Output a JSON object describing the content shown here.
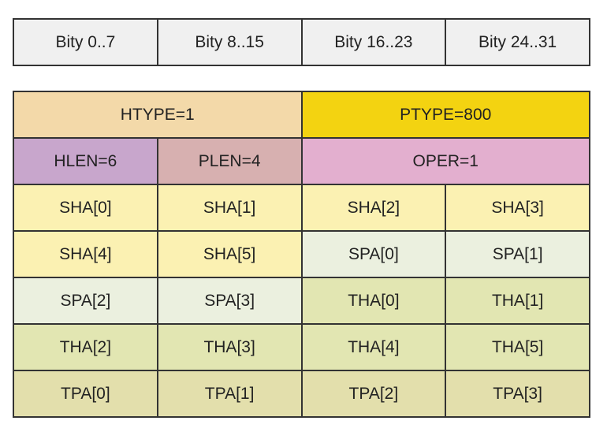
{
  "header": {
    "cells": [
      "Bity 0..7",
      "Bity 8..15",
      "Bity 16..23",
      "Bity 24..31"
    ],
    "color": "#f0f0f0"
  },
  "packet": {
    "row0": [
      {
        "label": "HTYPE=1",
        "color": "#f3d9a9",
        "span": 2
      },
      {
        "label": "PTYPE=800",
        "color": "#f3d311",
        "span": 2
      }
    ],
    "row1": [
      {
        "label": "HLEN=6",
        "color": "#c8a6cc",
        "span": 1
      },
      {
        "label": "PLEN=4",
        "color": "#d7b0b0",
        "span": 1
      },
      {
        "label": "OPER=1",
        "color": "#e3afcf",
        "span": 2
      }
    ],
    "row2": [
      {
        "label": "SHA[0]",
        "color": "#fbf1b2"
      },
      {
        "label": "SHA[1]",
        "color": "#fbf1b2"
      },
      {
        "label": "SHA[2]",
        "color": "#fbf1b2"
      },
      {
        "label": "SHA[3]",
        "color": "#fbf1b2"
      }
    ],
    "row3": [
      {
        "label": "SHA[4]",
        "color": "#fbf1b2"
      },
      {
        "label": "SHA[5]",
        "color": "#fbf1b2"
      },
      {
        "label": "SPA[0]",
        "color": "#ebf0df"
      },
      {
        "label": "SPA[1]",
        "color": "#ebf0df"
      }
    ],
    "row4": [
      {
        "label": "SPA[2]",
        "color": "#ebf0df"
      },
      {
        "label": "SPA[3]",
        "color": "#ebf0df"
      },
      {
        "label": "THA[0]",
        "color": "#e2e6b2"
      },
      {
        "label": "THA[1]",
        "color": "#e2e6b2"
      }
    ],
    "row5": [
      {
        "label": "THA[2]",
        "color": "#e2e6b2"
      },
      {
        "label": "THA[3]",
        "color": "#e2e6b2"
      },
      {
        "label": "THA[4]",
        "color": "#e2e6b2"
      },
      {
        "label": "THA[5]",
        "color": "#e2e6b2"
      }
    ],
    "row6": [
      {
        "label": "TPA[0]",
        "color": "#e3dfac"
      },
      {
        "label": "TPA[1]",
        "color": "#e3dfac"
      },
      {
        "label": "TPA[2]",
        "color": "#e3dfac"
      },
      {
        "label": "TPA[3]",
        "color": "#e3dfac"
      }
    ]
  }
}
